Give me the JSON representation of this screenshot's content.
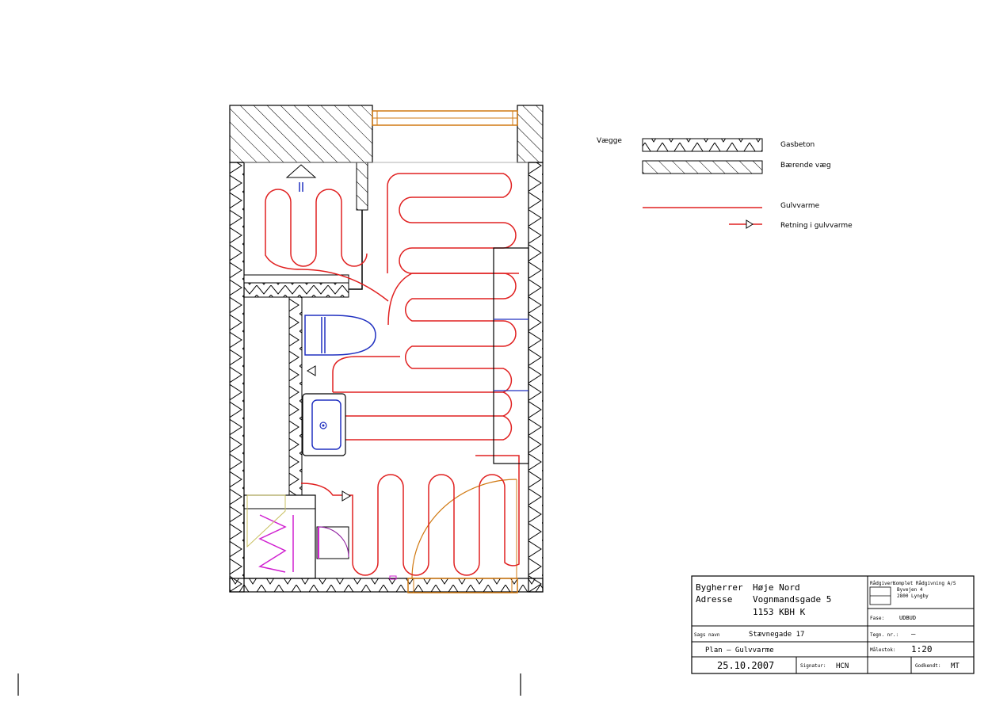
{
  "legend": {
    "heading": "Vægge",
    "items": {
      "concrete": "Gasbeton",
      "load_bearing": "Bærende væg",
      "floor_heating": "Gulvvarme",
      "direction": "Retning i gulvvarme"
    }
  },
  "title_block": {
    "client_label": "Bygherrer",
    "client": "Høje Nord",
    "address_label": "Adresse",
    "address_line1": "Vognmandsgade 5",
    "address_line2": "1153 KBH K",
    "consultant_label": "Rådgiver:",
    "consultant_name": "Komplet Rådgivning A/S",
    "consultant_street": "Byvejen 4",
    "consultant_city": "2800 Lyngby",
    "phase_label": "Fase:",
    "phase": "UDBUD",
    "case_label": "Sags navn",
    "case_name": "Stævnegade 17",
    "drawing_no_label": "Tegn. nr.:",
    "drawing_no": "—",
    "plan_title": "Plan – Gulvvarme",
    "scale_label": "Målestok:",
    "scale": "1:20",
    "date": "25.10.2007",
    "signature_label": "Signatur:",
    "signature": "HCN",
    "checked_label": "Godkendt:",
    "checked": "MT"
  },
  "colors": {
    "floor_heating": "#e02020",
    "fixtures": "#2030c0",
    "windows_doors": "#d07810",
    "washer": "#d020d0",
    "lines": "#000000"
  }
}
